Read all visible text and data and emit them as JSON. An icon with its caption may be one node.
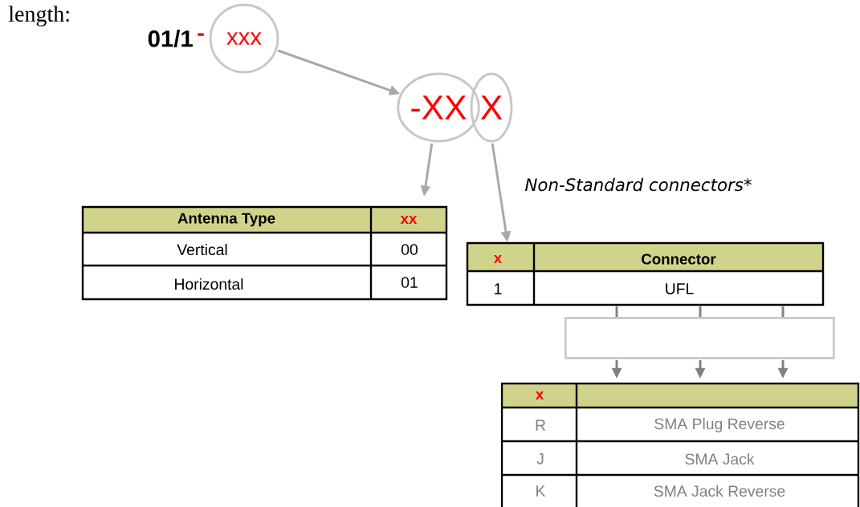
{
  "diagram": {
    "nodes": [
      {
        "text": [
          "xxx"
        ],
        "beside": [
          "01/1",
          "-"
        ]
      },
      {
        "text": [
          "-XX"
        ]
      },
      {
        "text": [
          "X"
        ]
      },
      {
        "text": [
          "Antenna Type",
          "xx",
          "Vertical",
          "00",
          "Horizontal",
          "01"
        ]
      },
      {
        "text": [
          "x",
          "Connector",
          "1",
          "UFL"
        ]
      },
      {
        "text": [],
        "shape": "box"
      },
      {
        "text": [
          "x",
          "R",
          "SMA Plug Reverse",
          "J",
          "SMA Jack",
          "K",
          "SMA Jack Reverse"
        ]
      }
    ],
    "edges": [
      {
        "from": 0,
        "to": 1,
        "arrow": "to",
        "color": "#a8a8a8"
      },
      {
        "from": 1,
        "to": 3,
        "arrow": "to",
        "color": "#a8a8a8"
      },
      {
        "from": 2,
        "to": 4,
        "arrow": "to",
        "color": "#a8a8a8"
      },
      {
        "from": 4,
        "to": 5,
        "arrow": "none"
      },
      {
        "from": 4,
        "to": 5,
        "arrow": "none"
      },
      {
        "from": 4,
        "to": 5,
        "arrow": "none"
      },
      {
        "from": 5,
        "to": 6,
        "arrow": "to"
      },
      {
        "from": 5,
        "to": 6,
        "arrow": "to"
      },
      {
        "from": 5,
        "to": 6,
        "arrow": "to"
      }
    ],
    "labels": [
      "length:",
      "Non-Standard connectors*"
    ]
  }
}
